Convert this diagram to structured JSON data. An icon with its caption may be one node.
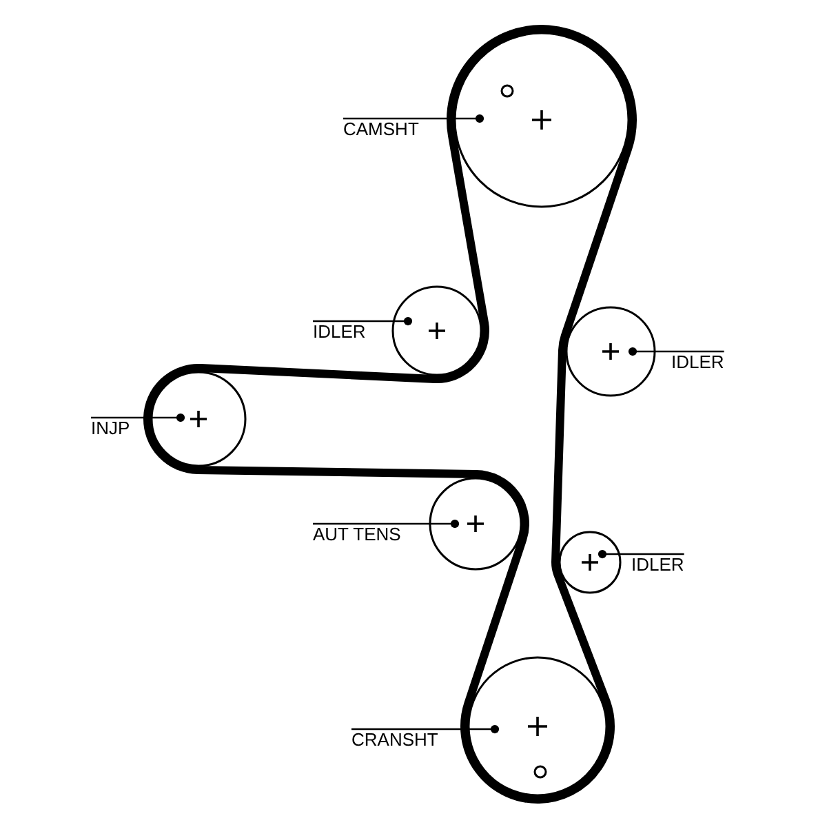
{
  "diagram": {
    "nodes": [
      {
        "text": [
          "CAMSHT"
        ]
      },
      {
        "text": [],
        "shape": "circle"
      },
      {
        "text": [
          "IDLER"
        ]
      },
      {
        "text": [],
        "shape": "circle"
      },
      {
        "text": [],
        "shape": "circle"
      },
      {
        "text": [
          "IDLER"
        ]
      },
      {
        "text": [
          "INJP"
        ]
      },
      {
        "text": [],
        "shape": "circle"
      },
      {
        "text": [
          "AUT TENS"
        ]
      },
      {
        "text": [],
        "shape": "circle"
      },
      {
        "text": [],
        "shape": "circle"
      },
      {
        "text": [
          "IDLER"
        ]
      },
      {
        "text": [
          "CRANSHT"
        ]
      },
      {
        "text": [],
        "shape": "circle"
      }
    ],
    "edges": [
      {
        "from": 0,
        "to": 1,
        "arrow": "other"
      },
      {
        "from": 2,
        "to": 3,
        "arrow": "other"
      },
      {
        "from": 5,
        "to": 4,
        "arrow": "other"
      },
      {
        "from": 6,
        "to": 7,
        "arrow": "other"
      },
      {
        "from": 8,
        "to": 9,
        "arrow": "other"
      },
      {
        "from": 11,
        "to": 10,
        "arrow": "other"
      },
      {
        "from": 12,
        "to": 13,
        "arrow": "other"
      }
    ]
  }
}
